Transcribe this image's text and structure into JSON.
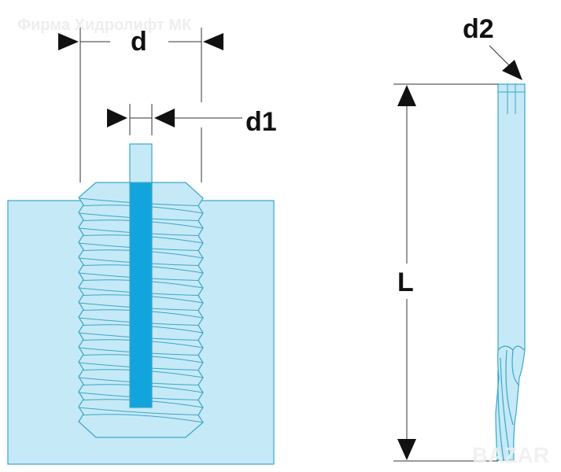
{
  "labels": {
    "d": "d",
    "d1": "d1",
    "d2": "d2",
    "L": "L"
  },
  "watermarks": {
    "top": "Фирма Хидролифт МК",
    "bottom": "BAZAR"
  },
  "colors": {
    "fill_light": "#c6e9f7",
    "stroke": "#3aa6c6",
    "rod_dark": "#12a4dc",
    "ink": "#111111"
  }
}
